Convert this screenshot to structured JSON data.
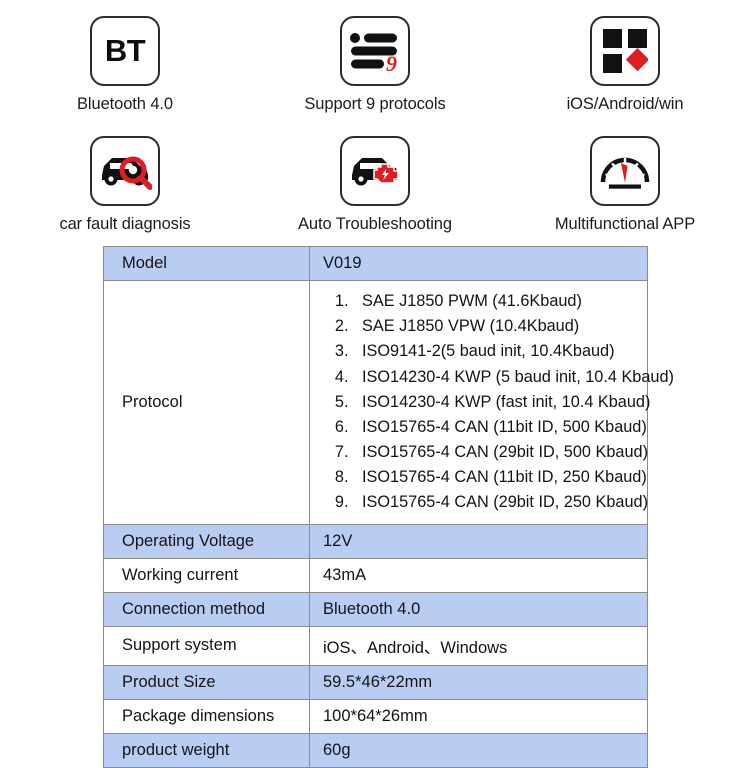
{
  "features": [
    [
      {
        "icon": "bluetooth-bt-icon",
        "icon_text": "BT",
        "label": "Bluetooth 4.0"
      },
      {
        "icon": "protocol-list-icon",
        "icon_text": "9",
        "label": "Support 9 protocols"
      },
      {
        "icon": "platform-squares-icon",
        "icon_text": "",
        "label": "iOS/Android/win"
      }
    ],
    [
      {
        "icon": "car-magnifier-icon",
        "icon_text": "",
        "label": "car fault diagnosis"
      },
      {
        "icon": "car-engine-icon",
        "icon_text": "",
        "label": "Auto Troubleshooting"
      },
      {
        "icon": "speedometer-gauge-icon",
        "icon_text": "",
        "label": "Multifunctional APP"
      }
    ]
  ],
  "colors": {
    "row_highlight": "#b9cdf2",
    "row_plain": "#ffffff",
    "accent_red": "#e01b22",
    "ink": "#141414",
    "border": "#8a8a8a"
  },
  "spec_table": {
    "rows": [
      {
        "key": "Model",
        "value": "V019",
        "shaded": true
      },
      {
        "key": "Protocol",
        "value": "",
        "shaded": false
      },
      {
        "key": "Operating Voltage",
        "value": "12V",
        "shaded": true
      },
      {
        "key": "Working current",
        "value": "43mA",
        "shaded": false
      },
      {
        "key": "Connection method",
        "value": "Bluetooth 4.0",
        "shaded": true
      },
      {
        "key": "Support system",
        "value": "iOS、Android、Windows",
        "shaded": false
      },
      {
        "key": "Product Size",
        "value": "59.5*46*22mm",
        "shaded": true
      },
      {
        "key": "Package dimensions",
        "value": "100*64*26mm",
        "shaded": false
      },
      {
        "key": "product weight",
        "value": "60g",
        "shaded": true
      }
    ],
    "protocols": [
      "SAE J1850 PWM (41.6Kbaud)",
      "SAE J1850 VPW (10.4Kbaud)",
      "ISO9141-2(5 baud init, 10.4Kbaud)",
      "ISO14230-4 KWP (5 baud init, 10.4 Kbaud)",
      "ISO14230-4 KWP (fast init, 10.4 Kbaud)",
      "ISO15765-4 CAN (11bit ID, 500 Kbaud)",
      "ISO15765-4 CAN (29bit ID, 500 Kbaud)",
      "ISO15765-4 CAN (11bit ID, 250 Kbaud)",
      "ISO15765-4 CAN (29bit ID, 250 Kbaud)"
    ]
  }
}
